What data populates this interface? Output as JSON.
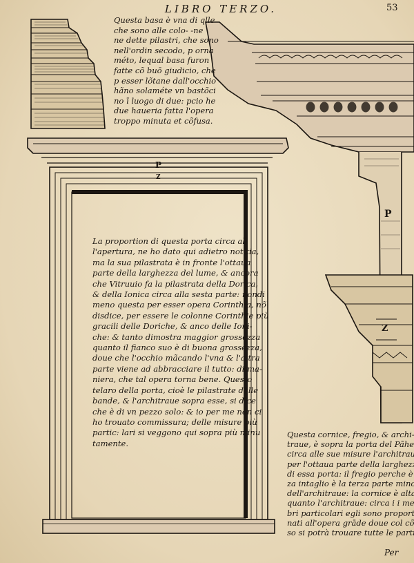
{
  "header": {
    "running_head": "LIBRO TERZO.",
    "folio": "53"
  },
  "caption_top": [
    "Questa basa è vna di qlle",
    "che sono alle colo- -ne",
    "ne dette pilastri, che sono",
    "nell'ordin secodo, p orna",
    "méto, lequal basa furon",
    "fatte cõ buō giudicio, che",
    "p esser lõtane dall'occhio",
    "hãno solaméte vn bastõci",
    "no ī luogo di due: pcio he",
    "due haueria fatta l'opera",
    "troppo minuta et cõfusa."
  ],
  "body_text": [
    "La proportion di questa porta circa al-",
    "l'apertura, ne ho dato qui adietro notitia,",
    "ma la sua pilastrata è in fronte l'ottaua",
    "parte della larghezza del lume, & ancora",
    "che Vitruuio fa la pilastrata della Dorica,",
    "& della Ionica circa alla sesta parte: nondi",
    "meno questa per esser opera Corinthia, nõ",
    "disdice, per essere le colonne Corinthie più",
    "gracili delle Doriche, & anco delle Ioni-",
    "che: & tanto dimostra maggior grossezza",
    "quanto il fianco suo è di buona grossezza,",
    "doue che l'occhio mãcando l'vna & l'altra",
    "parte viene ad abbracciare il tutto: di ma-",
    "niera, che tal opera torna bene. Questo",
    "telaro della porta, cioè le pilastrate dalle",
    "bande, & l'architraue sopra esse, si dice",
    "che è di vn pezzo solo: & io per me non ci",
    "ho trouato commissura; delle misure più",
    "partic: lari si veggono qui sopra più minu",
    "tamente."
  ],
  "caption_right": [
    "Questa cornice, fregio, & archi-",
    "traue, è sopra la porta del Pãheõ.",
    "circa alle sue misure l'architraue è",
    "per l'ottaua parte della larghezza",
    "di essa porta: il fregio perche è sen-",
    "za intaglio è la terza parte minore",
    "dell'architraue: la cornice è alta",
    "quanto l'architraue: circa i i mem",
    "bri particolari egli sono proportio",
    "nati all'opera grāde doue col cõpas",
    "so si potrà trouare tutte le parti."
  ],
  "catchword": "Per",
  "figure_labels": {
    "door_top": "P",
    "door_below": "Z",
    "profile_upper": "P",
    "profile_lower": "Z"
  }
}
